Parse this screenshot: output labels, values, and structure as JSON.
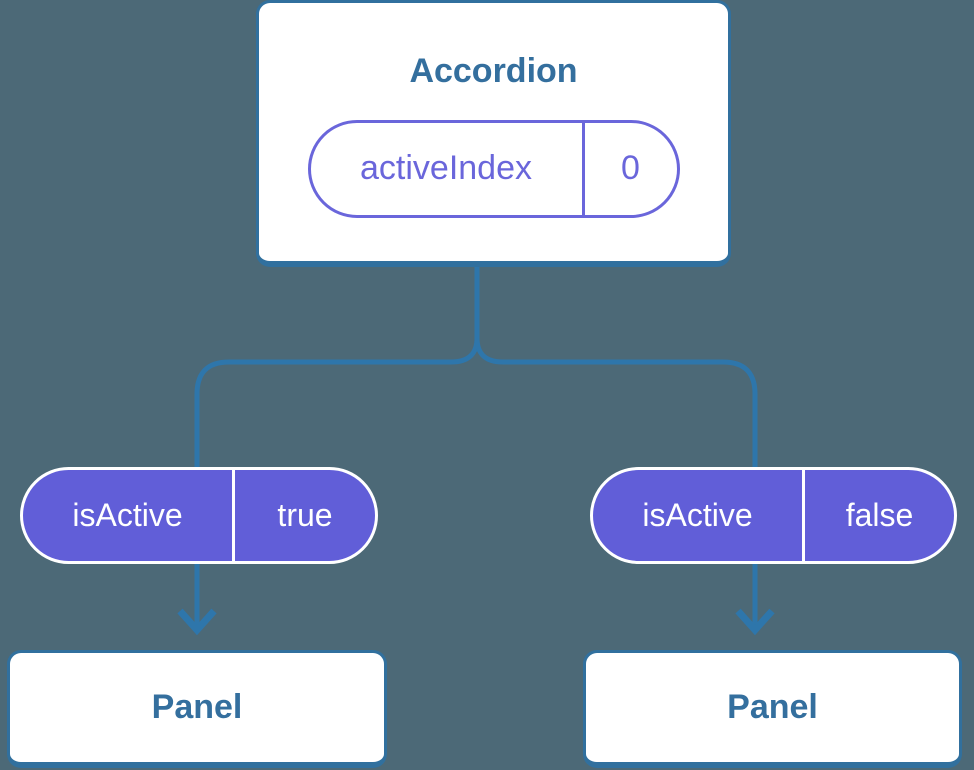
{
  "colors": {
    "background": "#4C6977",
    "connector": "#2E76AB",
    "card_border": "#31709E",
    "card_text": "#346F9E",
    "pill_fill": "#615ED8",
    "pill_outline": "#6A66DB",
    "pill_text_light": "#FFFFFF",
    "card_fill": "#FFFFFF"
  },
  "tree": {
    "root": {
      "title": "Accordion",
      "state_pill": {
        "name": "activeIndex",
        "value": "0"
      }
    },
    "children": [
      {
        "title": "Panel",
        "prop_pill": {
          "name": "isActive",
          "value": "true"
        }
      },
      {
        "title": "Panel",
        "prop_pill": {
          "name": "isActive",
          "value": "false"
        }
      }
    ]
  }
}
